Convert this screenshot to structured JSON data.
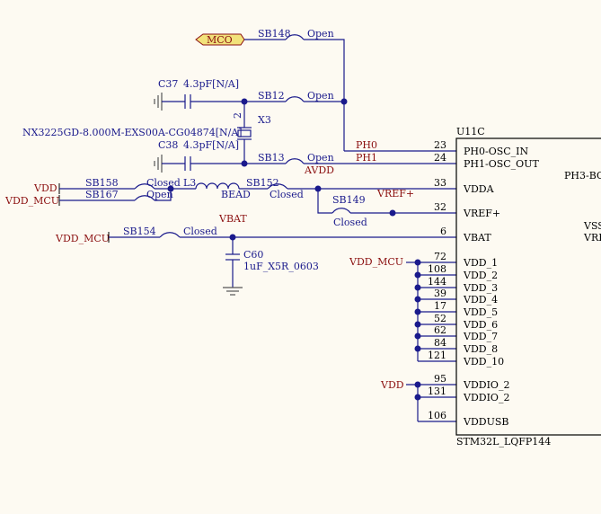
{
  "ports": {
    "mco": "MCO"
  },
  "nets": {
    "vdd_1": "VDD",
    "vdd_mcu_1": "VDD_MCU",
    "avdd": "AVDD",
    "vref_plus": "VREF+",
    "vbat": "VBAT",
    "vdd_mcu_2": "VDD_MCU",
    "vdd_mcu_3": "VDD_MCU",
    "vdd_2": "VDD",
    "ph0": "PH0",
    "ph1": "PH1"
  },
  "components": {
    "c37": {
      "ref": "C37",
      "value": "4.3pF[N/A]"
    },
    "c38": {
      "ref": "C38",
      "value": "4.3pF[N/A]"
    },
    "x3": {
      "ref": "X3",
      "part": "NX3225GD-8.000M-EXS00A-CG04874[N/A]",
      "pin2": "2"
    },
    "l3": {
      "ref": "L3",
      "value": "BEAD"
    },
    "c60": {
      "ref": "C60",
      "value": "1uF_X5R_0603"
    }
  },
  "jumpers": {
    "sb148": {
      "ref": "SB148",
      "state": "Open"
    },
    "sb12": {
      "ref": "SB12",
      "state": "Open"
    },
    "sb13": {
      "ref": "SB13",
      "state": "Open"
    },
    "sb158": {
      "ref": "SB158",
      "state": "Closed"
    },
    "sb167": {
      "ref": "SB167",
      "state": "Open"
    },
    "sb152": {
      "ref": "SB152",
      "state": "Closed"
    },
    "sb149": {
      "ref": "SB149",
      "state": "Closed"
    },
    "sb154": {
      "ref": "SB154",
      "state": "Closed"
    }
  },
  "ic": {
    "ref": "U11C",
    "part": "STM32L_LQFP144",
    "right_labels": [
      "PH3-BO",
      "VSS",
      "VRE"
    ],
    "pins": [
      {
        "num": "23",
        "name": "PH0-OSC_IN"
      },
      {
        "num": "24",
        "name": "PH1-OSC_OUT"
      },
      {
        "num": "33",
        "name": "VDDA"
      },
      {
        "num": "32",
        "name": "VREF+"
      },
      {
        "num": "6",
        "name": "VBAT"
      },
      {
        "num": "72",
        "name": "VDD_1"
      },
      {
        "num": "108",
        "name": "VDD_2"
      },
      {
        "num": "144",
        "name": "VDD_3"
      },
      {
        "num": "39",
        "name": "VDD_4"
      },
      {
        "num": "17",
        "name": "VDD_5"
      },
      {
        "num": "52",
        "name": "VDD_6"
      },
      {
        "num": "62",
        "name": "VDD_7"
      },
      {
        "num": "84",
        "name": "VDD_8"
      },
      {
        "num": "121",
        "name": "VDD_10"
      },
      {
        "num": "95",
        "name": "VDDIO_2"
      },
      {
        "num": "131",
        "name": "VDDIO_2"
      },
      {
        "num": "106",
        "name": "VDDUSB"
      }
    ]
  }
}
